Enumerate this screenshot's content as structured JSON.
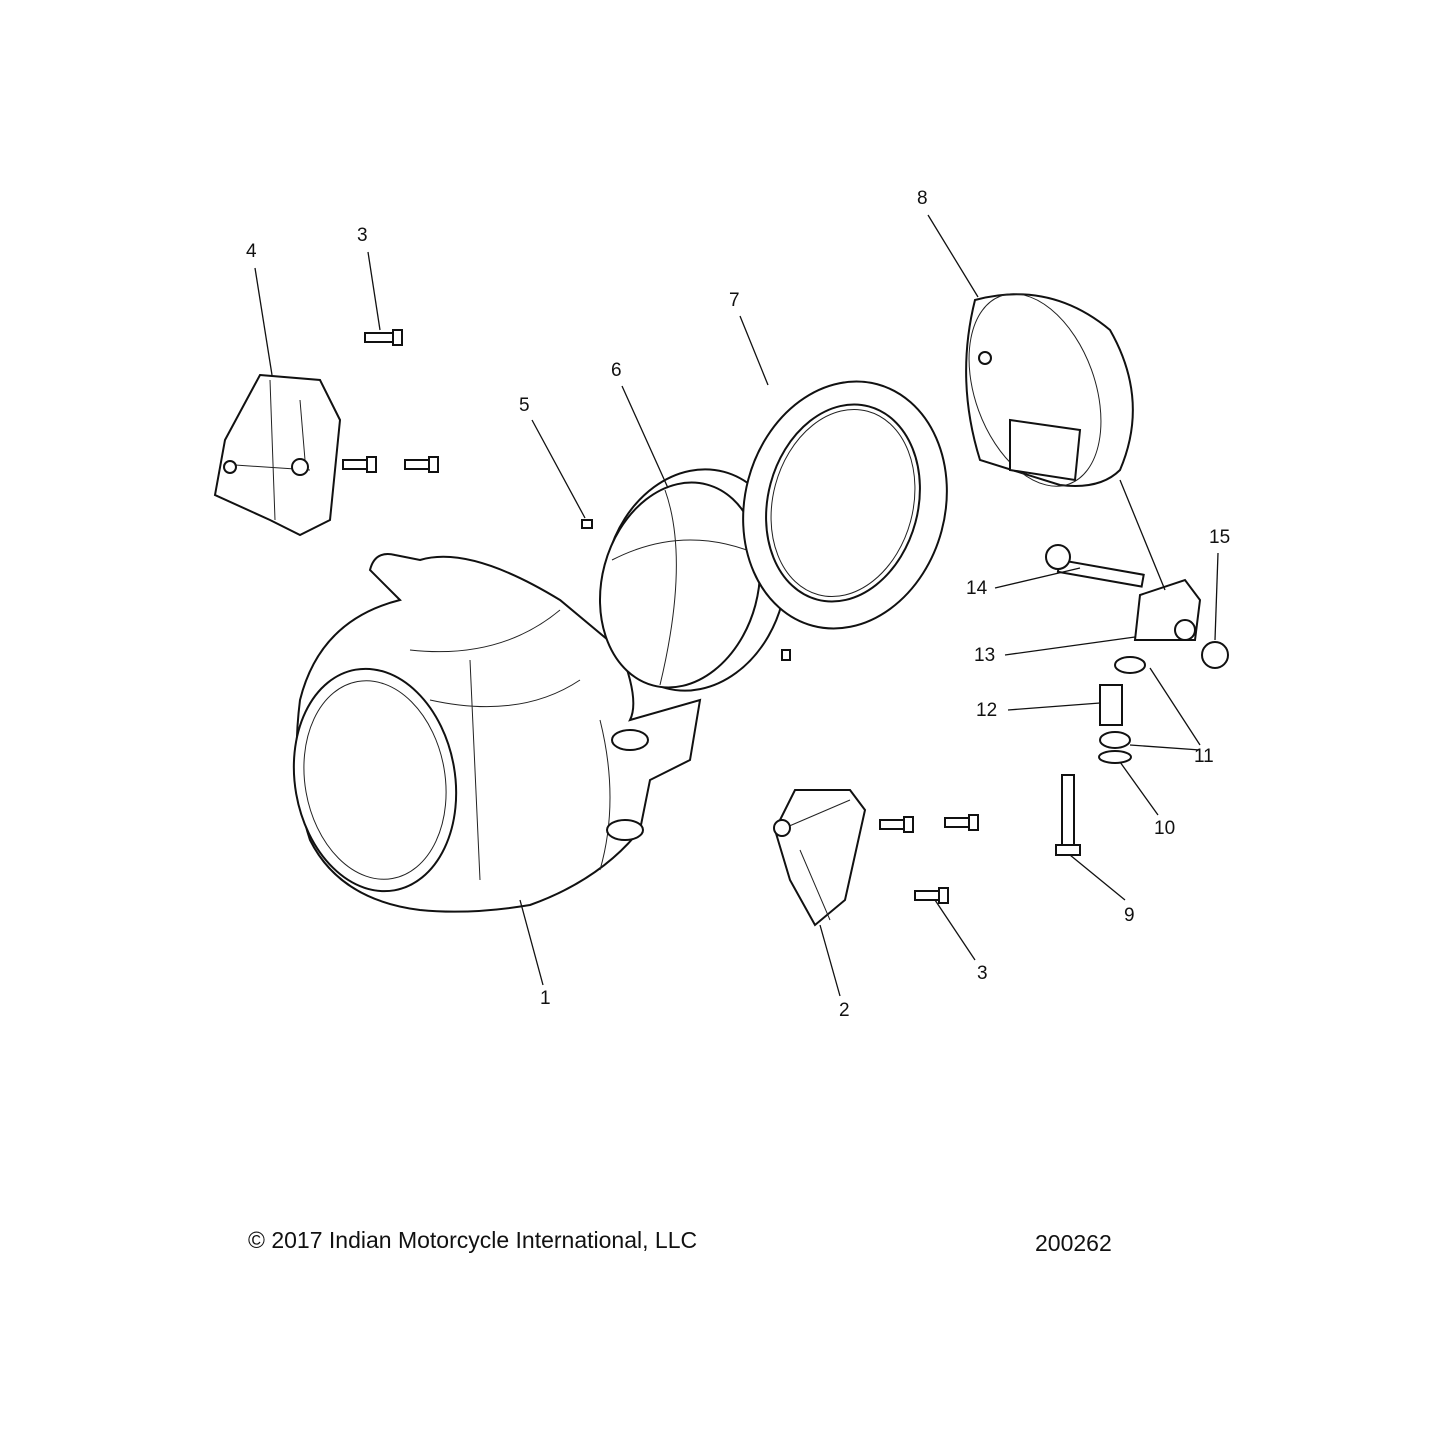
{
  "callouts": [
    "1",
    "2",
    "3",
    "3",
    "4",
    "5",
    "6",
    "7",
    "8",
    "9",
    "10",
    "11",
    "12",
    "13",
    "14",
    "15"
  ],
  "footer": {
    "copyright": "© 2017 Indian Motorcycle International, LLC",
    "diagram_number": "200262"
  }
}
